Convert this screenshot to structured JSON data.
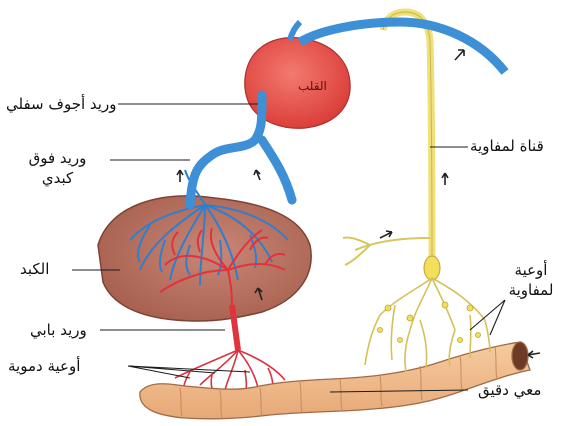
{
  "diagram": {
    "labels": {
      "heart": "القلب",
      "inferior_vena_cava": "وريد أجوف سفلي",
      "hepatic_vein_line1": "وريد فوق",
      "hepatic_vein_line2": "كبدي",
      "liver": "الكبد",
      "portal_vein": "وريد بابي",
      "blood_vessels": "أوعية دموية",
      "lymph_duct": "قناة لمفاوية",
      "lymph_vessels_line1": "أوعية",
      "lymph_vessels_line2": "لمفاوية",
      "small_intestine": "معي دقيق"
    },
    "colors": {
      "vein": "#3d8fd6",
      "artery": "#e8343f",
      "lymph": "#f1e787",
      "heart": "#e8544e",
      "liver": "#b87060",
      "intestine": "#f0bb8a"
    }
  }
}
